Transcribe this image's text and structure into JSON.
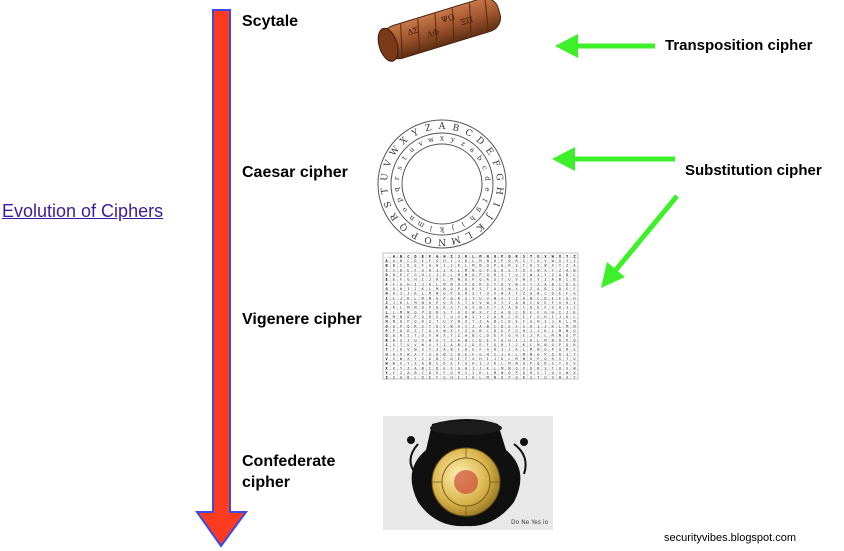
{
  "side_link": {
    "label": "Evolution of Ciphers"
  },
  "ciphers": [
    {
      "label": "Scytale"
    },
    {
      "label": "Caesar cipher"
    },
    {
      "label": "Vigenere cipher"
    },
    {
      "label": "Confederate cipher"
    }
  ],
  "cipher_types": [
    {
      "label": "Transposition cipher"
    },
    {
      "label": "Substitution cipher"
    }
  ],
  "credit": "securityvibes.blogspot.com",
  "caesar_wheel": {
    "outer": [
      "A",
      "B",
      "C",
      "D",
      "E",
      "F",
      "G",
      "H",
      "I",
      "J",
      "K",
      "L",
      "M",
      "N",
      "O",
      "P",
      "Q",
      "R",
      "S",
      "T",
      "U",
      "V",
      "W",
      "X",
      "Y",
      "Z"
    ],
    "inner": [
      "a",
      "b",
      "c",
      "d",
      "e",
      "f",
      "g",
      "h",
      "i",
      "j",
      "k",
      "l",
      "m",
      "n",
      "o",
      "p",
      "q",
      "r",
      "s",
      "t",
      "u",
      "v",
      "w",
      "x",
      "y",
      "z"
    ]
  },
  "pouch_maker_mark": "Do Ne Yes io",
  "colors": {
    "timeline_arrow_fill": "#ff3b1f",
    "timeline_arrow_stroke": "#3a49e8",
    "pointer_arrow": "#3ef02a",
    "link": "#3d1a9e"
  }
}
